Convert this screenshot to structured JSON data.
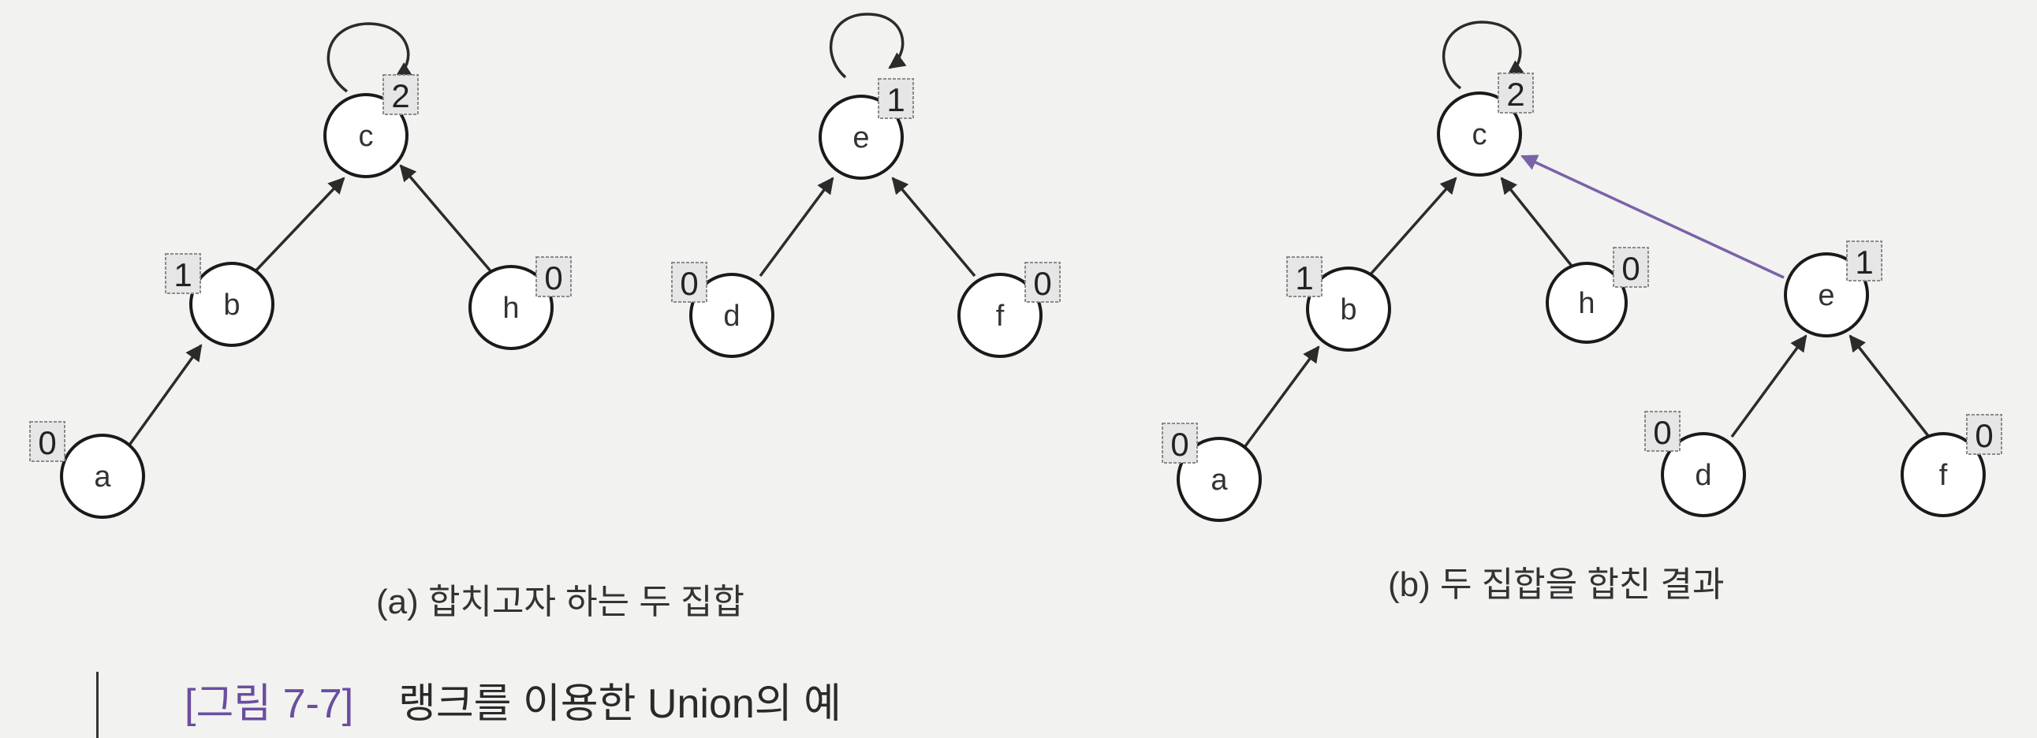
{
  "colors": {
    "background": "#f2f2f0",
    "edge": "#2b2b2b",
    "union_edge": "#7a62a8",
    "figure_number": "#6a4ea0"
  },
  "panel_a": {
    "caption": "(a) 합치고자 하는 두 집합",
    "nodes": [
      {
        "id": "a1",
        "label": "a",
        "rank": "0"
      },
      {
        "id": "b1",
        "label": "b",
        "rank": "1"
      },
      {
        "id": "c1",
        "label": "c",
        "rank": "2"
      },
      {
        "id": "h1",
        "label": "h",
        "rank": "0"
      },
      {
        "id": "d1",
        "label": "d",
        "rank": "0"
      },
      {
        "id": "e1",
        "label": "e",
        "rank": "1"
      },
      {
        "id": "f1",
        "label": "f",
        "rank": "0"
      }
    ]
  },
  "panel_b": {
    "caption": "(b) 두 집합을 합친 결과",
    "nodes": [
      {
        "id": "a2",
        "label": "a",
        "rank": "0"
      },
      {
        "id": "b2",
        "label": "b",
        "rank": "1"
      },
      {
        "id": "c2",
        "label": "c",
        "rank": "2"
      },
      {
        "id": "h2",
        "label": "h",
        "rank": "0"
      },
      {
        "id": "e2",
        "label": "e",
        "rank": "1"
      },
      {
        "id": "d2",
        "label": "d",
        "rank": "0"
      },
      {
        "id": "f2",
        "label": "f",
        "rank": "0"
      }
    ]
  },
  "figure": {
    "number": "[그림 7-7]",
    "title": "랭크를 이용한 Union의 예"
  }
}
